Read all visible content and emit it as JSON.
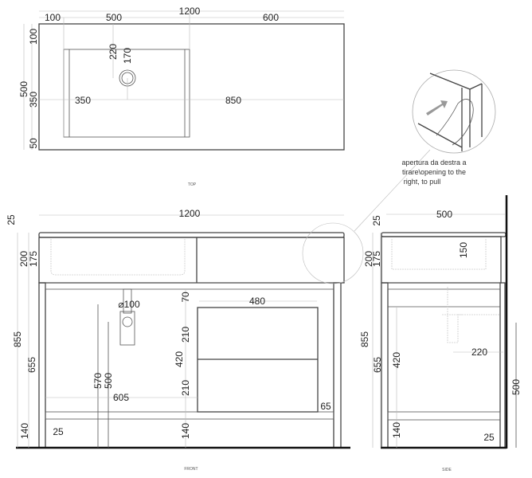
{
  "views": {
    "top": "TOP",
    "front": "FRONT",
    "side": "SIDE"
  },
  "top_dims": {
    "w100": "100",
    "w500": "500",
    "w1200": "1200",
    "w600": "600",
    "h100": "100",
    "h500": "500",
    "h350": "350",
    "h50": "50",
    "d220": "220",
    "d170": "170",
    "x350": "350",
    "x850": "850"
  },
  "front_dims": {
    "w1200": "1200",
    "h25": "25",
    "h200": "200",
    "h175": "175",
    "h855": "855",
    "h655": "655",
    "h140": "140",
    "leg25": "25",
    "h570": "570",
    "h500": "500",
    "x605": "605",
    "drain": "⌀100",
    "h70": "70",
    "w480": "480",
    "d210a": "210",
    "d420": "420",
    "d210b": "210",
    "r65": "65",
    "s140": "140"
  },
  "side_dims": {
    "w500": "500",
    "h25": "25",
    "h200": "200",
    "h175": "175",
    "b150": "150",
    "h855": "855",
    "h655": "655",
    "h420": "420",
    "d220": "220",
    "h500": "500",
    "h140": "140",
    "r25": "25"
  },
  "detail_note": [
    "apertura da destra a",
    "tirare\\opening to the",
    "right, to pull"
  ],
  "colors": {
    "line": "#444444",
    "dim": "#bbbbbb",
    "arrow": "#999999"
  }
}
